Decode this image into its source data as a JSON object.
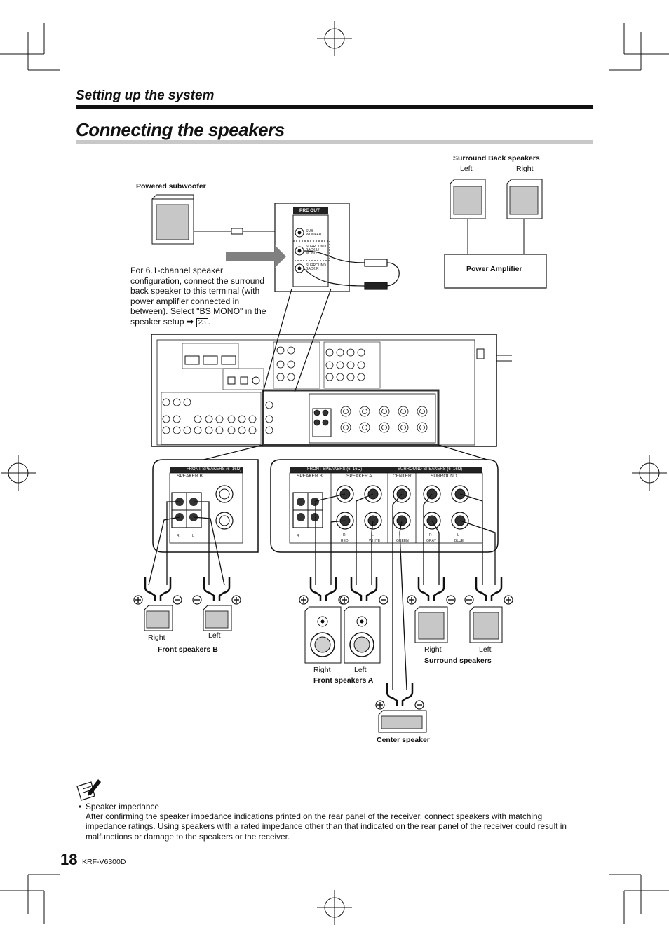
{
  "section_title": "Setting up the system",
  "page_title": "Connecting the speakers",
  "note_text": "For 6.1-channel speaker configuration, connect the surround back speaker to this terminal (with power amplifier connected in between). Select \"BS MONO\" in the speaker setup",
  "note_ref": "23",
  "labels": {
    "powered_subwoofer": "Powered subwoofer",
    "surround_back_speakers": "Surround Back speakers",
    "power_amplifier": "Power Amplifier",
    "left": "Left",
    "right": "Right",
    "front_speakers_b": "Front speakers B",
    "front_speakers_a": "Front speakers A",
    "surround_speakers": "Surround speakers",
    "center_speaker": "Center speaker"
  },
  "panel_text": {
    "pre_out": "PRE OUT",
    "sub_woofer": "SUB WOOFER",
    "surround_back_mono": "SURROUND BACK L/ MONO",
    "surround_back_r": "SURROUND BACK R",
    "front_speakers_header": "FRONT SPEAKERS (6–16Ω)",
    "surround_speakers_header": "SURROUND SPEAKERS (6–16Ω)",
    "speaker_b": "SPEAKER B",
    "speaker_a": "SPEAKER A",
    "center": "CENTER",
    "surround": "SURROUND",
    "r": "R",
    "l": "L",
    "red": "RED",
    "white": "WHITE",
    "green": "GREEN",
    "gray": "GRAY",
    "blue": "BLUE"
  },
  "bullet_title": "Speaker impedance",
  "bullet_body": "After confirming the speaker impedance indications printed on the rear panel of the receiver, connect speakers with matching impedance ratings. Using speakers with a rated impedance other than that indicated on the rear panel of the receiver could result in malfunctions or damage to the speakers or the receiver.",
  "page_number": "18",
  "model_number": "KRF-V6300D"
}
